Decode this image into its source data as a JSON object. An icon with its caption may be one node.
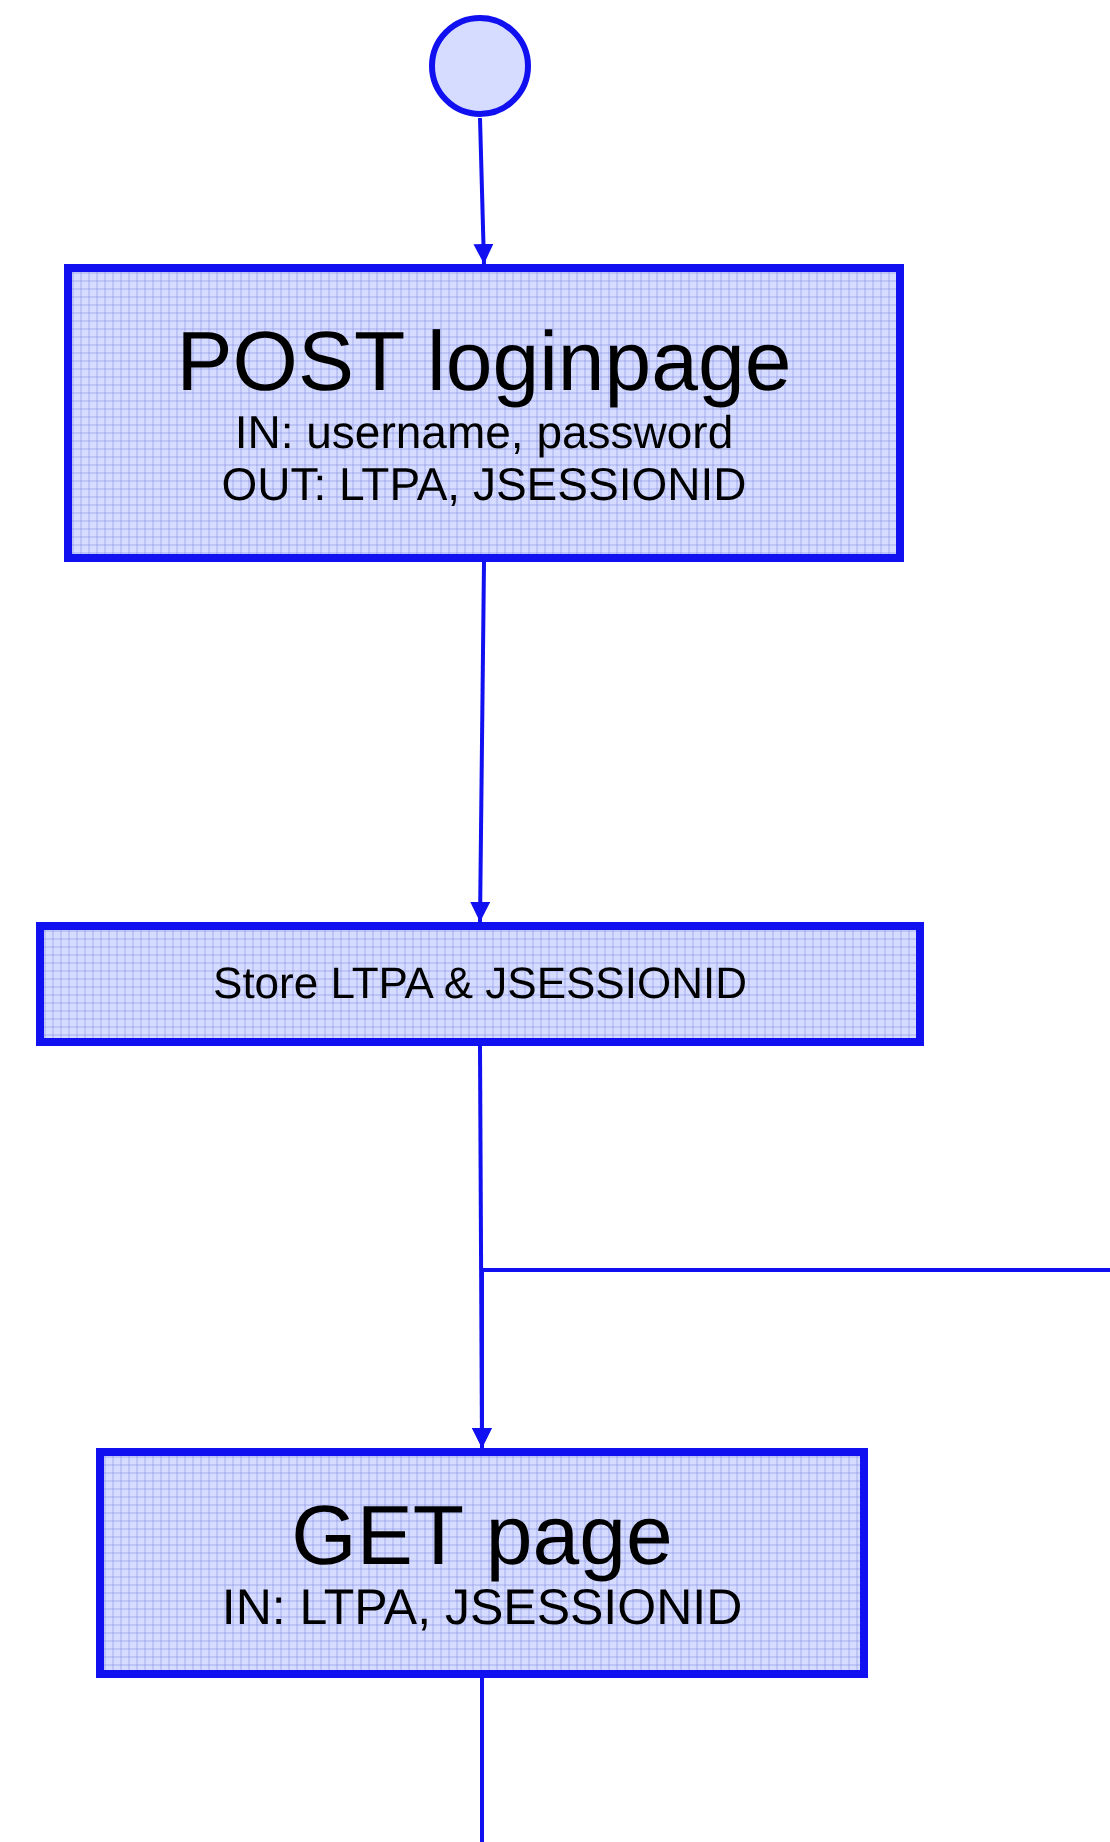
{
  "diagram": {
    "nodes": [
      {
        "text": [],
        "shape": "circle"
      },
      {
        "text": [
          "POST loginpage",
          "IN: username, password",
          "OUT: LTPA, JSESSIONID"
        ]
      },
      {
        "text": [
          "Store LTPA & JSESSIONID"
        ]
      },
      {
        "text": [
          "GET page",
          "IN: LTPA, JSESSIONID"
        ]
      }
    ],
    "edges": [
      {
        "from": 0,
        "to": 1,
        "arrow": "to"
      },
      {
        "from": 1,
        "to": 2,
        "arrow": "to"
      },
      {
        "from": 2,
        "to": 3,
        "arrow": "to"
      },
      {
        "from": null,
        "to": 3,
        "arrow": "to"
      },
      {
        "from": 3,
        "to": null,
        "arrow": "none"
      }
    ]
  }
}
